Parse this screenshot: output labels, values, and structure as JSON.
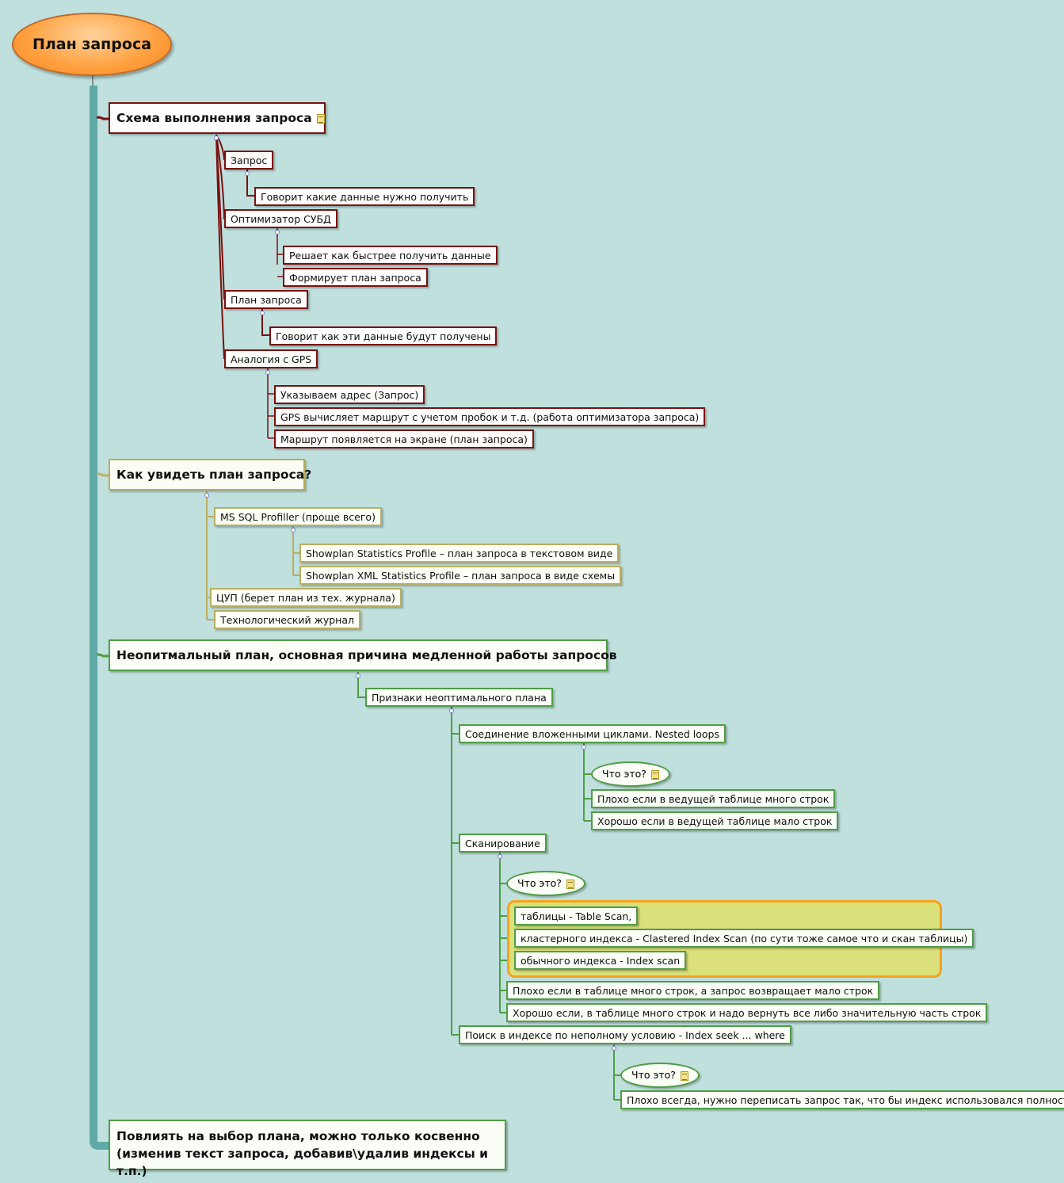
{
  "root": "План запроса",
  "colors": {
    "branch1": "#7a1010",
    "branch2": "#b8ae62",
    "branch3": "#4f9d45",
    "trunk": "#5fa9a8",
    "highlight": "#dbe17a",
    "highlight_border": "#f7a21b"
  },
  "branch1": {
    "title": "Схема выполнения запроса",
    "n1": "Запрос",
    "n1a": "Говорит какие данные нужно получить",
    "n2": "Оптимизатор СУБД",
    "n2a": "Решает как быстрее получить данные",
    "n2b": "Формирует план запроса",
    "n3": "План запроса",
    "n3a": "Говорит как эти данные будут получены",
    "n4": "Аналогия с GPS",
    "n4a": "Указываем адрес (Запрос)",
    "n4b": "GPS вычисляет маршрут с учетом пробок и т.д. (работа оптимизатора запроса)",
    "n4c": "Маршрут появляется на экране (план запроса)"
  },
  "branch2": {
    "title": "Как увидеть план запроса?",
    "n1": "MS SQL Profiller (проще всего)",
    "n1a": "Showplan Statistics Profile – план запроса в текстовом виде",
    "n1b": "Showplan XML Statistics Profile – план запроса в виде схемы",
    "n2": "ЦУП (берет план из тех. журнала)",
    "n3": "Технологический журнал"
  },
  "branch3": {
    "title": "Неопитмальный план, основная причина медленной работы запросов",
    "signs": "Признаки неоптимального плана",
    "s1": "Соединение вложенными циклами. Nested loops",
    "s1q": "Что это?",
    "s1a": "Плохо если в ведущей таблице много строк",
    "s1b": "Хорошо если в ведущей таблице мало строк",
    "s2": "Сканирование",
    "s2q": "Что это?",
    "s2h1": "таблицы - Table Scan,",
    "s2h2": "кластерного индекса - Clastered Index Scan (по сути тоже самое что и скан таблицы)",
    "s2h3": "обычного индекса - Index scan",
    "s2a": "Плохо если в таблице много строк, а запрос возвращает мало строк",
    "s2b": "Хорошо если, в таблице много строк и надо вернуть все либо значительную часть строк",
    "s3": "Поиск в индексе по неполному условию - Index seek ... where",
    "s3q": "Что это?",
    "s3a": "Плохо всегда, нужно переписать запрос так, что бы индекс использовался полностью"
  },
  "branch4": {
    "line1": "Повлиять на выбор плана, можно только косвенно",
    "line2": "(изменив текст запроса, добавив\\удалив индексы и т.п.)"
  }
}
